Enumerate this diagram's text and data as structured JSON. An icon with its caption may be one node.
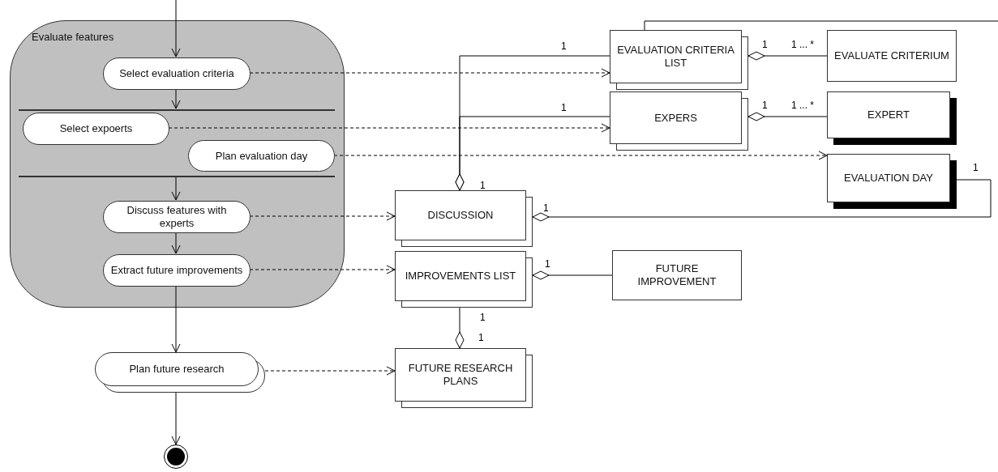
{
  "diagram": {
    "nodes": [
      {
        "text": [
          "Evaluate features"
        ]
      },
      {
        "text": [
          "Select evaluation criteria"
        ],
        "in": 0
      },
      {
        "text": [],
        "shape": "bar",
        "in": 0
      },
      {
        "text": [
          "Select expoerts"
        ],
        "in": 0
      },
      {
        "text": [
          "Plan evaluation day"
        ],
        "in": 0
      },
      {
        "text": [],
        "shape": "bar",
        "in": 0
      },
      {
        "text": [
          "Discuss features with experts"
        ],
        "in": 0
      },
      {
        "text": [
          "Extract future improvements"
        ],
        "in": 0
      },
      {
        "text": [
          "Plan future research"
        ]
      },
      {
        "text": [],
        "shape": "circle"
      },
      {
        "text": [
          "EVALUATION CRITERIA LIST"
        ]
      },
      {
        "text": [
          "EVALUATE CRITERIUM"
        ]
      },
      {
        "text": [
          "EXPERS"
        ]
      },
      {
        "text": [
          "EXPERT"
        ]
      },
      {
        "text": [
          "EVALUATION DAY"
        ]
      },
      {
        "text": [
          "DISCUSSION"
        ]
      },
      {
        "text": [
          "IMPROVEMENTS LIST"
        ]
      },
      {
        "text": [
          "FUTURE IMPROVEMENT"
        ]
      },
      {
        "text": [
          "FUTURE RESEARCH PLANS"
        ]
      }
    ],
    "edges": [
      {
        "from": null,
        "to": 1,
        "arrow": "to"
      },
      {
        "from": 1,
        "to": 2,
        "arrow": "to"
      },
      {
        "from": 5,
        "to": 6,
        "arrow": "to"
      },
      {
        "from": 6,
        "to": 7,
        "arrow": "to"
      },
      {
        "from": 7,
        "to": 8,
        "arrow": "to"
      },
      {
        "from": 8,
        "to": 9,
        "arrow": "to"
      },
      {
        "from": 1,
        "to": 10,
        "arrow": "to",
        "style": "dashed"
      },
      {
        "from": 3,
        "to": 12,
        "arrow": "to",
        "style": "dashed"
      },
      {
        "from": 4,
        "to": 14,
        "arrow": "to",
        "style": "dashed"
      },
      {
        "from": 6,
        "to": 15,
        "arrow": "to",
        "style": "dashed"
      },
      {
        "from": 7,
        "to": 16,
        "arrow": "to",
        "style": "dashed"
      },
      {
        "from": 8,
        "to": 18,
        "arrow": "to",
        "style": "dashed"
      },
      {
        "from": 11,
        "to": 10,
        "arrow": "other",
        "label": "1 ... *"
      },
      {
        "from": 13,
        "to": 12,
        "arrow": "other",
        "label": "1 ... *"
      },
      {
        "from": 10,
        "to": 15,
        "arrow": "other",
        "label": "1"
      },
      {
        "from": 12,
        "to": 15,
        "arrow": "other",
        "label": "1"
      },
      {
        "from": 14,
        "to": 15,
        "arrow": "other",
        "label": "1"
      },
      {
        "from": 17,
        "to": 16,
        "arrow": "other",
        "label": "1"
      },
      {
        "from": 16,
        "to": 18,
        "arrow": "other",
        "label": "1"
      },
      {
        "from": 10,
        "to": null,
        "arrow": "none"
      }
    ],
    "labels": [
      "1",
      "1",
      "1",
      "1",
      "1"
    ]
  }
}
